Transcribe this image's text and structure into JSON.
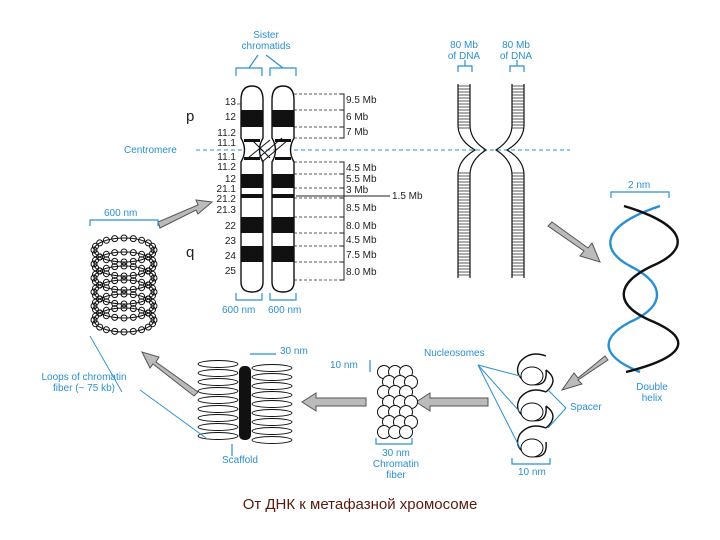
{
  "labels": {
    "sister_chromatids": [
      "Sister",
      "chromatids"
    ],
    "dna_left": [
      "80 Mb",
      "of DNA"
    ],
    "dna_right": [
      "80 Mb",
      "of DNA"
    ],
    "centromere": "Centromere",
    "p_arm": "p",
    "q_arm": "q",
    "width_600_left": "600 nm",
    "width_600_bottom": [
      "600 nm",
      "600 nm"
    ],
    "dna_width": "2 nm",
    "double_helix": [
      "Double",
      "helix"
    ],
    "nucleosomes": "Nucleosomes",
    "spacer": "Spacer",
    "ten_nm_bottom": "10 nm",
    "ten_nm_fiber": "10 nm",
    "thirty_nm_top": "30 nm",
    "chromatin_fiber": [
      "30 nm",
      "Chromatin",
      "fiber"
    ],
    "scaffold": "Scaffold",
    "loops": [
      "Loops of chromatin",
      "fiber (~ 75 kb)"
    ],
    "mb_1_5": "1.5 Mb"
  },
  "bands": [
    "13",
    "12",
    "11.2",
    "11.1",
    "11.1",
    "11.2",
    "12",
    "21.1",
    "21.2",
    "21.3",
    "22",
    "23",
    "24",
    "25"
  ],
  "mb_values": [
    "9.5 Mb",
    "6 Mb",
    "7 Mb",
    "4.5 Mb",
    "5.5 Mb",
    "3 Mb",
    "8.5 Mb",
    "8.0 Mb",
    "4.5 Mb",
    "7.5 Mb",
    "8.0 Mb"
  ],
  "caption": "От ДНК к метафазной хромосоме",
  "colors": {
    "accent": "#2a8fd0",
    "ink": "#111111",
    "caption": "#5a1a0e"
  }
}
